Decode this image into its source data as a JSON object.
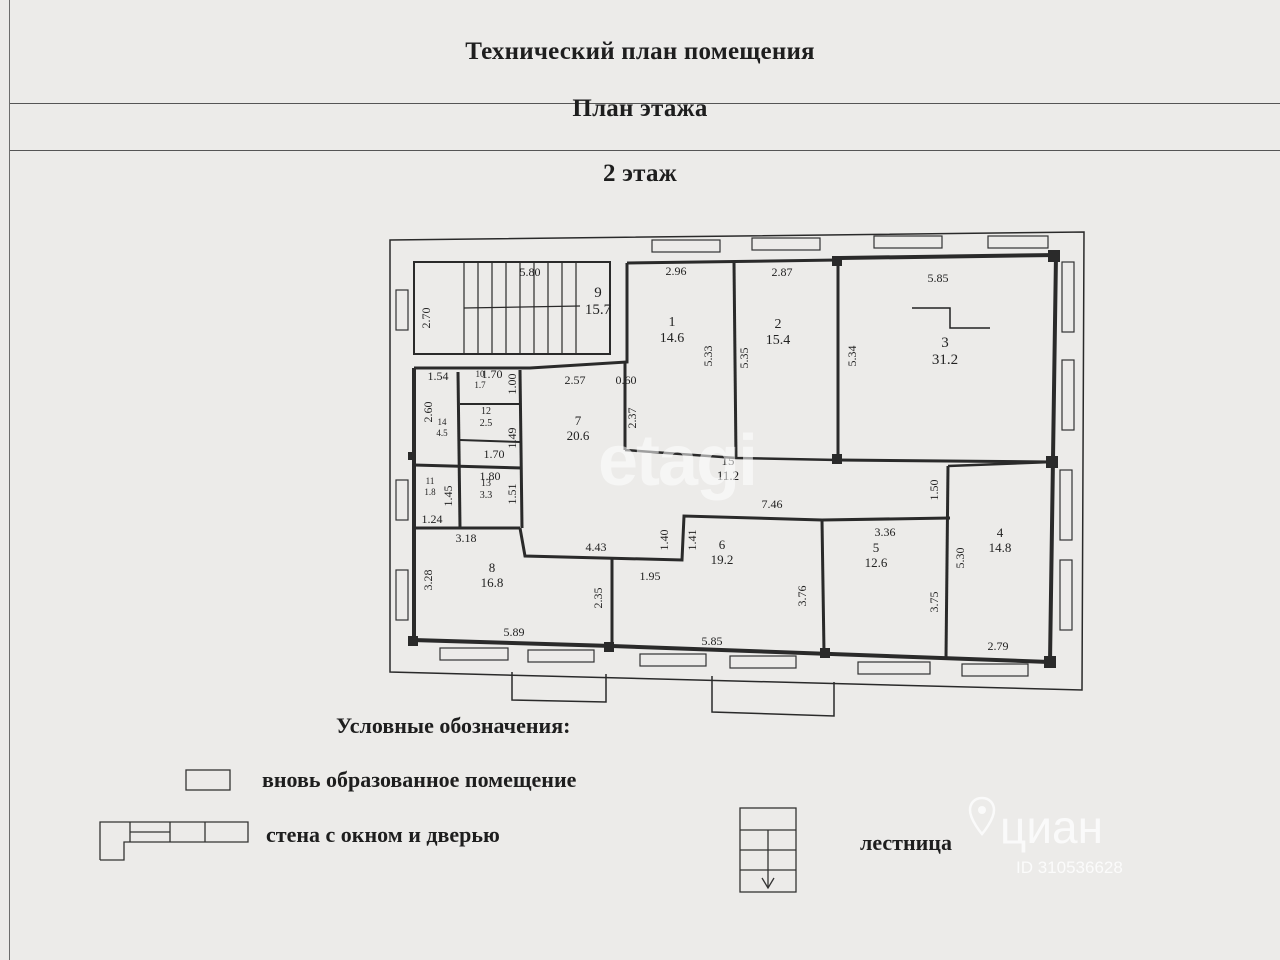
{
  "header": {
    "title": "Технический план помещения",
    "subtitle": "План этажа",
    "floor": "2 этаж"
  },
  "plan": {
    "rooms": [
      {
        "no": "1",
        "area": "14.6"
      },
      {
        "no": "2",
        "area": "15.4"
      },
      {
        "no": "3",
        "area": "31.2"
      },
      {
        "no": "4",
        "area": "14.8"
      },
      {
        "no": "5",
        "area": "12.6"
      },
      {
        "no": "6",
        "area": "19.2"
      },
      {
        "no": "7",
        "area": "20.6"
      },
      {
        "no": "8",
        "area": "16.8"
      },
      {
        "no": "9",
        "area": "15.7"
      },
      {
        "no": "10",
        "area": "1.7"
      },
      {
        "no": "11",
        "area": "1.8"
      },
      {
        "no": "12",
        "area": "2.5"
      },
      {
        "no": "13",
        "area": "3.3"
      },
      {
        "no": "14",
        "area": "4.5"
      },
      {
        "no": "15",
        "area": "11.2"
      }
    ],
    "dimensions": [
      "5.80",
      "2.70",
      "2.96",
      "2.87",
      "5.85",
      "5.33",
      "5.35",
      "5.34",
      "1.54",
      "1.70",
      "1.00",
      "2.57",
      "0.60",
      "2.37",
      "2.60",
      "1.49",
      "1.70",
      "1.80",
      "1.45",
      "1.51",
      "1.24",
      "1.50",
      "7.46",
      "3.36",
      "1.40",
      "1.41",
      "3.18",
      "4.43",
      "5.30",
      "3.28",
      "2.35",
      "1.95",
      "3.76",
      "3.75",
      "5.89",
      "5.85",
      "2.79"
    ]
  },
  "legend": {
    "title": "Условные обозначения:",
    "new_room": "вновь образованное помещение",
    "wall": "стена с окном и дверью",
    "stairs": "лестница"
  },
  "watermarks": {
    "etagi": "etagi",
    "cian": "циан",
    "cian_id": "ID 310536628"
  }
}
